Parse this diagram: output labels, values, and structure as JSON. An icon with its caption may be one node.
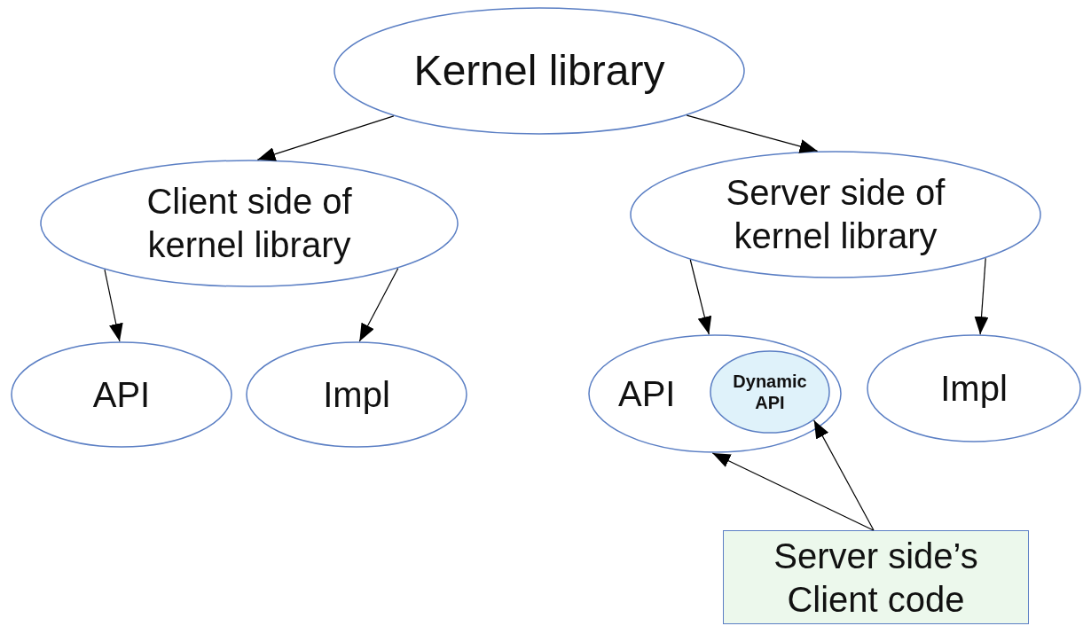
{
  "diagram": {
    "nodes": [
      {
        "text": [
          "Kernel library"
        ]
      },
      {
        "text": [
          "Client side of kernel library"
        ]
      },
      {
        "text": [
          "Server side of kernel library"
        ]
      },
      {
        "text": [
          "API"
        ]
      },
      {
        "text": [
          "Impl"
        ]
      },
      {
        "text": [
          "API"
        ]
      },
      {
        "text": [
          "Dynamic API"
        ],
        "in": 5
      },
      {
        "text": [
          "Impl"
        ]
      },
      {
        "text": [
          "Server side’s Client code"
        ]
      }
    ],
    "edges": [
      {
        "from": 0,
        "to": 1,
        "arrow": "to"
      },
      {
        "from": 0,
        "to": 2,
        "arrow": "to"
      },
      {
        "from": 1,
        "to": 3,
        "arrow": "to"
      },
      {
        "from": 1,
        "to": 4,
        "arrow": "to"
      },
      {
        "from": 2,
        "to": 5,
        "arrow": "to"
      },
      {
        "from": 2,
        "to": 7,
        "arrow": "to"
      },
      {
        "from": 8,
        "to": 5,
        "arrow": "to"
      },
      {
        "from": 8,
        "to": 6,
        "arrow": "to"
      }
    ]
  }
}
